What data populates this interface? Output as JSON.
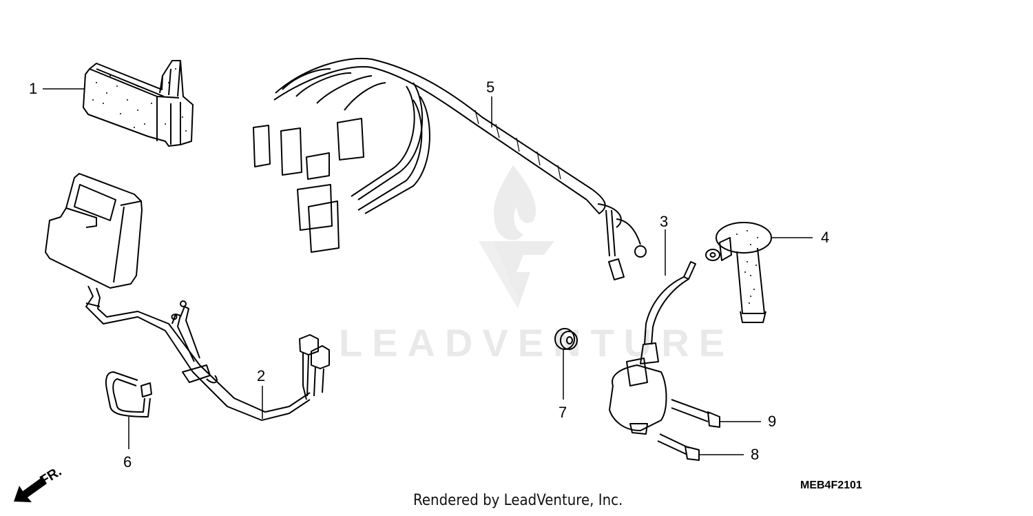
{
  "diagram": {
    "code": "MEB4F2101",
    "footer": "Rendered by LeadVenture, Inc.",
    "watermark": "LEADVENTURE",
    "direction_label": "FR.",
    "callouts": [
      {
        "number": "1",
        "part": "wire-band-cover"
      },
      {
        "number": "2",
        "part": "cdi-unit-harness"
      },
      {
        "number": "3",
        "part": "ignition-coil"
      },
      {
        "number": "4",
        "part": "spark-plug-cap"
      },
      {
        "number": "5",
        "part": "wire-harness"
      },
      {
        "number": "6",
        "part": "wire-band"
      },
      {
        "number": "7",
        "part": "flange-nut"
      },
      {
        "number": "8",
        "part": "flange-bolt-lower"
      },
      {
        "number": "9",
        "part": "flange-bolt-upper"
      }
    ]
  },
  "colors": {
    "line": "#000000",
    "background": "#ffffff",
    "watermark": "#e9e9e9"
  }
}
